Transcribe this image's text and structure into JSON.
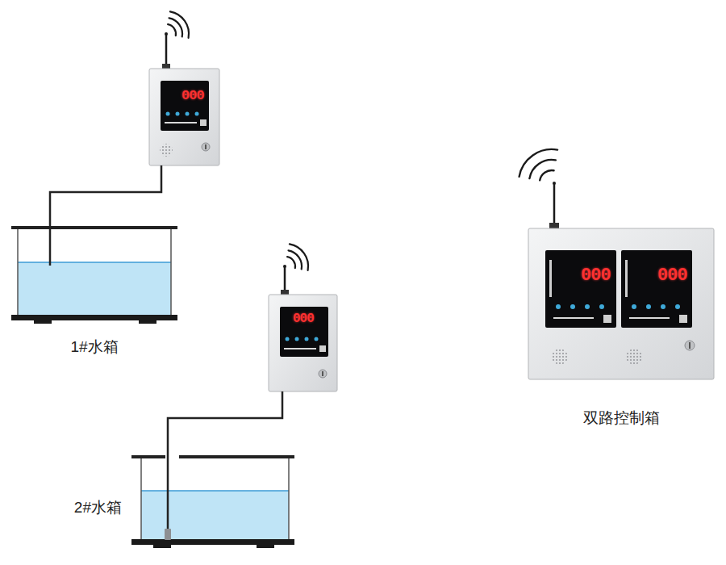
{
  "diagram": {
    "nodes": [
      {
        "text": [
          "000"
        ]
      },
      {
        "text": [
          "1#水箱"
        ]
      },
      {
        "text": [
          "000"
        ]
      },
      {
        "text": [
          "2#水箱"
        ]
      },
      {
        "text": [
          "000",
          "000",
          "双路控制箱"
        ]
      }
    ],
    "edges": [
      {
        "from": 0,
        "to": 1,
        "arrow": "none"
      },
      {
        "from": 2,
        "to": 3,
        "arrow": "none"
      }
    ]
  }
}
